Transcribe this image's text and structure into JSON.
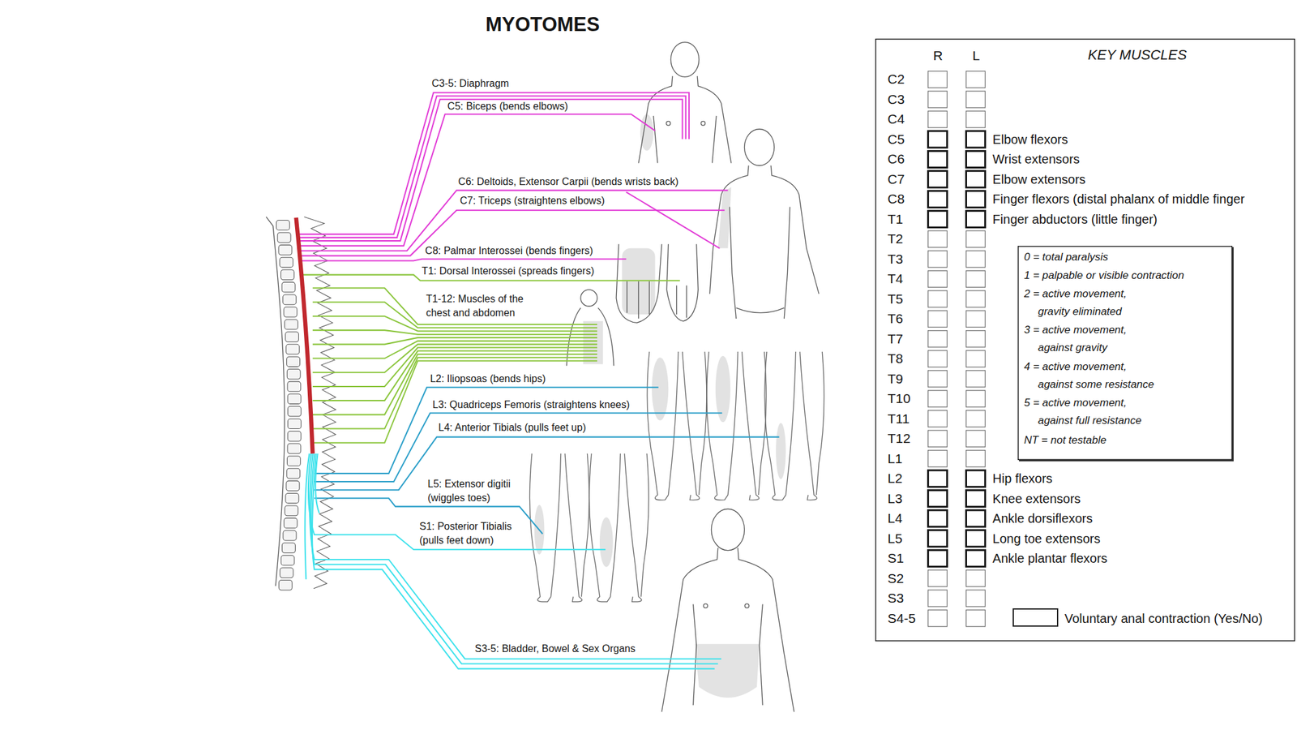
{
  "diagram": {
    "title": "MYOTOMES",
    "nodes": [
      {
        "text": [
          "KEY MUSCLES"
        ]
      },
      {
        "text": [
          "0 = total paralysis",
          "1 = palpable or visible contraction",
          "2 = active movement, gravity eliminated",
          "3 = active movement, against gravity",
          "4 = active movement, against some resistance",
          "5 = active movement, against full resistance",
          "NT = not testable"
        ],
        "in": 0
      },
      {
        "text": [
          "Voluntary anal contraction (Yes/No)"
        ],
        "in": 0
      }
    ],
    "labels": [
      "C3-5: Diaphragm",
      "C5: Biceps (bends elbows)",
      "C6: Deltoids, Extensor Carpii (bends wrists back)",
      "C7: Triceps (straightens elbows)",
      "C8: Palmar Interossei (bends fingers)",
      "T1: Dorsal Interossei (spreads fingers)",
      "T1-12: Muscles of the chest and abdomen",
      "L2: Iliopsoas (bends hips)",
      "L3: Quadriceps Femoris (straightens knees)",
      "L4: Anterior Tibials (pulls feet up)",
      "L5: Extensor digitii (wiggles toes)",
      "S1: Posterior Tibialis (pulls feet down)",
      "S3-5: Bladder, Bowel & Sex Organs",
      "R",
      "L",
      "C2",
      "C3",
      "C4",
      "C5",
      "Elbow flexors",
      "C6",
      "Wrist extensors",
      "C7",
      "Elbow extensors",
      "C8",
      "Finger flexors (distal phalanx of middle finger",
      "T1",
      "Finger abductors (little finger)",
      "T2",
      "T3",
      "T4",
      "T5",
      "T6",
      "T7",
      "T8",
      "T9",
      "T10",
      "T11",
      "T12",
      "L1",
      "L2",
      "Hip flexors",
      "L3",
      "Knee extensors",
      "L4",
      "Ankle dorsiflexors",
      "L5",
      "Long toe extensors",
      "S1",
      "Ankle plantar flexors",
      "S2",
      "S3",
      "S4-5"
    ]
  }
}
